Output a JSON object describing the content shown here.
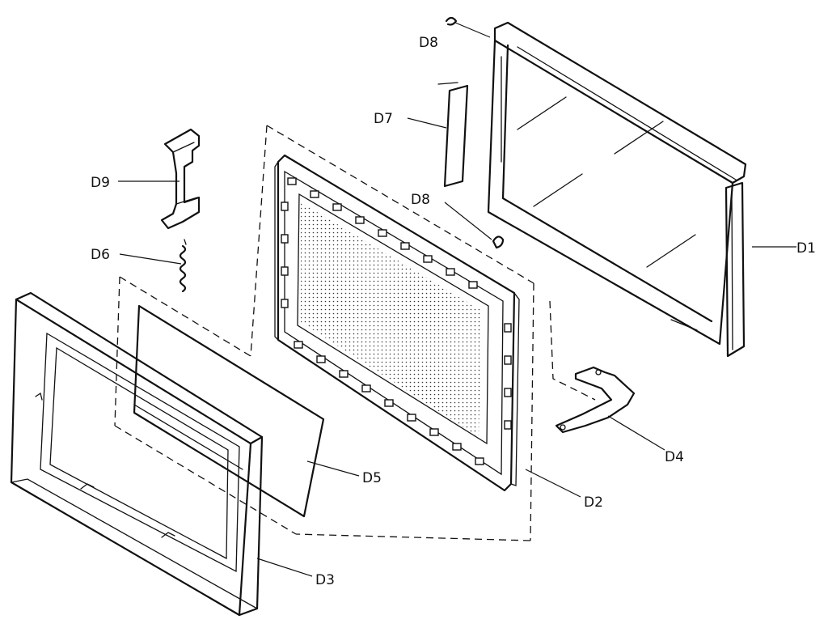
{
  "callouts": {
    "d1": "D1",
    "d2": "D2",
    "d3": "D3",
    "d4": "D4",
    "d5": "D5",
    "d6": "D6",
    "d7": "D7",
    "d8_top": "D8",
    "d8_mid": "D8",
    "d9": "D9"
  }
}
